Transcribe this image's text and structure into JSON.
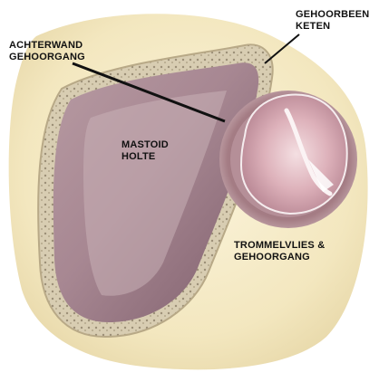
{
  "labels": {
    "achterwand": {
      "line1": "ACHTERWAND",
      "line2": "GEHOORGANG"
    },
    "gehoorbeen": {
      "line1": "GEHOORBEEN",
      "line2": "KETEN"
    },
    "mastoid": {
      "line1": "MASTOID",
      "line2": "HOLTE"
    },
    "trommelvlies": {
      "line1": "TROMMELVLIES &",
      "line2": "GEHOORGANG"
    }
  },
  "colors": {
    "background": "#ffffff",
    "skin": "#efe2b6",
    "bone_rim": "#cfc2a4",
    "cavity": "#9b7b86",
    "canal": "#a47c84",
    "eardrum": "#e8c3cb",
    "leader_line": "#111111"
  }
}
